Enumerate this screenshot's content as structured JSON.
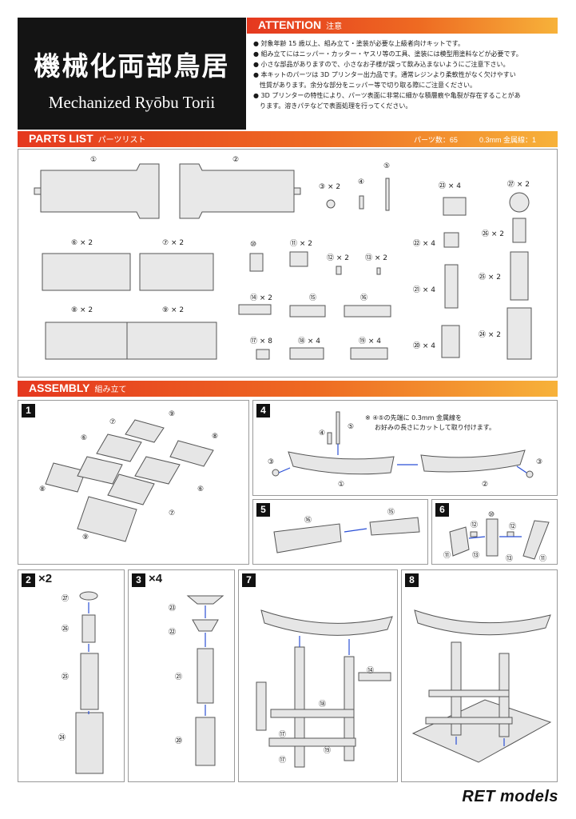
{
  "title": {
    "jp": "機械化両部鳥居",
    "en": "Mechanized Ryōbu Torii"
  },
  "attention": {
    "heading": "ATTENTION",
    "heading_jp": "注意",
    "items": [
      "● 対象年齢 15 歳以上、組み立て・塗装が必要な上級者向けキットです。",
      "● 組み立てにはニッパー・カッター・ヤスリ等の工具、塗装には模型用塗料などが必要です。",
      "● 小さな部品がありますので、小さなお子様が誤って飲み込まないようにご注意下さい。",
      "● 本キットのパーツは 3D プリンター出力品です。通常レジンより柔軟性がなく欠けやすい",
      "　性質があります。余分な部分をニッパー等で切り取る際にご注意ください。",
      "● 3D プリンターの特性により、パーツ表面に非常に細かな積層痕や亀裂が存在することがあ",
      "　ります。溶きパテなどで表面処理を行ってください。"
    ]
  },
  "parts_list": {
    "heading": "PARTS LIST",
    "heading_jp": "パーツリスト",
    "count": "パーツ数：65",
    "wire": "0.3mm 金属線：1",
    "parts": [
      {
        "num": "①",
        "qty": ""
      },
      {
        "num": "②",
        "qty": ""
      },
      {
        "num": "③",
        "qty": "× 2"
      },
      {
        "num": "④",
        "qty": ""
      },
      {
        "num": "⑤",
        "qty": ""
      },
      {
        "num": "⑥",
        "qty": "× 2"
      },
      {
        "num": "⑦",
        "qty": "× 2"
      },
      {
        "num": "⑧",
        "qty": "× 2"
      },
      {
        "num": "⑨",
        "qty": "× 2"
      },
      {
        "num": "⑩",
        "qty": ""
      },
      {
        "num": "⑪",
        "qty": "× 2"
      },
      {
        "num": "⑫",
        "qty": "× 2"
      },
      {
        "num": "⑬",
        "qty": "× 2"
      },
      {
        "num": "⑭",
        "qty": "× 2"
      },
      {
        "num": "⑮",
        "qty": ""
      },
      {
        "num": "⑯",
        "qty": ""
      },
      {
        "num": "⑰",
        "qty": "× 8"
      },
      {
        "num": "⑱",
        "qty": "× 4"
      },
      {
        "num": "⑲",
        "qty": "× 4"
      },
      {
        "num": "⑳",
        "qty": "× 4"
      },
      {
        "num": "㉑",
        "qty": "× 4"
      },
      {
        "num": "㉒",
        "qty": "× 4"
      },
      {
        "num": "㉓",
        "qty": "× 4"
      },
      {
        "num": "㉔",
        "qty": "× 2"
      },
      {
        "num": "㉕",
        "qty": "× 2"
      },
      {
        "num": "㉖",
        "qty": "× 2"
      },
      {
        "num": "㉗",
        "qty": "× 2"
      }
    ]
  },
  "assembly": {
    "heading": "ASSEMBLY",
    "heading_jp": "組み立て",
    "steps": [
      {
        "num": "1",
        "mult": ""
      },
      {
        "num": "2",
        "mult": "×2"
      },
      {
        "num": "3",
        "mult": "×4"
      },
      {
        "num": "4",
        "mult": ""
      },
      {
        "num": "5",
        "mult": ""
      },
      {
        "num": "6",
        "mult": ""
      },
      {
        "num": "7",
        "mult": ""
      },
      {
        "num": "8",
        "mult": ""
      }
    ],
    "step4_note": [
      "※ ④⑤の先端に 0.3mm 金属線を",
      "お好みの長さにカットして取り付けます。"
    ],
    "step1_labels": [
      "⑨",
      "⑧",
      "⑦",
      "⑥",
      "⑧",
      "⑦",
      "⑥",
      "⑨"
    ],
    "step2_labels": [
      "㉗",
      "㉖",
      "㉕",
      "㉔"
    ],
    "step3_labels": [
      "㉓",
      "㉒",
      "㉑",
      "⑳"
    ],
    "step4_labels": [
      "④",
      "⑤",
      "③",
      "③",
      "①",
      "②"
    ],
    "step5_labels": [
      "⑯",
      "⑮"
    ],
    "step6_labels": [
      "⑫",
      "⑩",
      "⑫",
      "⑬",
      "⑬",
      "⑪",
      "⑪"
    ],
    "step7_labels": [
      "⑭",
      "⑱",
      "⑰",
      "⑲",
      "⑰"
    ]
  },
  "brand": "RET models",
  "colors": {
    "bar_start": "#e5381f",
    "bar_end": "#f7b23a",
    "title_bg": "#141414",
    "arrow": "#2a4fd6"
  }
}
